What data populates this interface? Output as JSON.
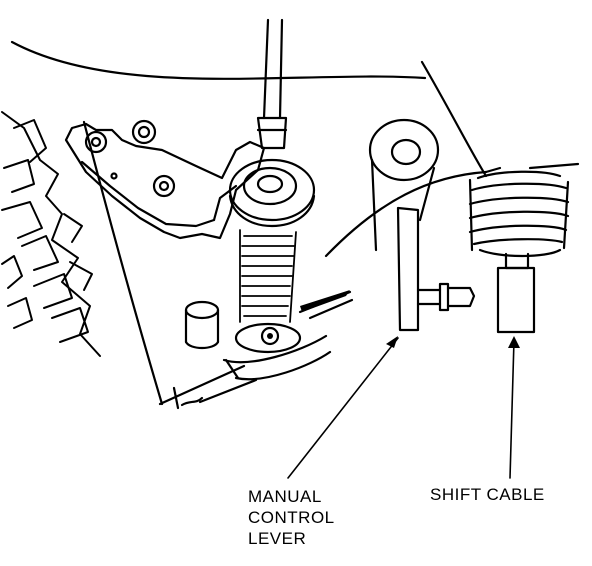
{
  "labels": {
    "manual_control_lever": [
      "MANUAL",
      "CONTROL",
      "LEVER"
    ],
    "shift_cable": "SHIFT CABLE"
  }
}
